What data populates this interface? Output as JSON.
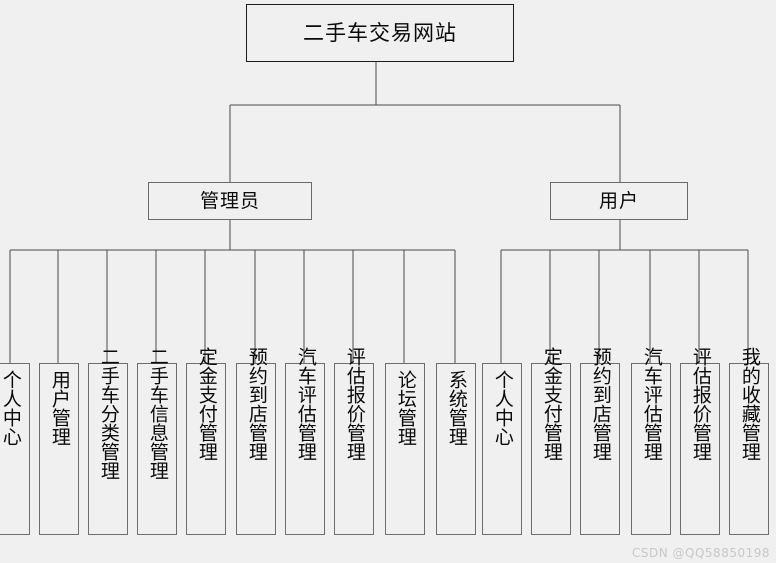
{
  "diagram": {
    "type": "org-tree",
    "title": "二手车交易网站",
    "root": {
      "label": "二手车交易网站"
    },
    "level2": [
      {
        "key": "admin",
        "label": "管理员"
      },
      {
        "key": "user",
        "label": "用户"
      }
    ],
    "admin_children": [
      {
        "label": "个人中心"
      },
      {
        "label": "用户管理"
      },
      {
        "label": "二手车分类管理"
      },
      {
        "label": "二手车信息管理"
      },
      {
        "label": "定金支付管理"
      },
      {
        "label": "预约到店管理"
      },
      {
        "label": "汽车评估管理"
      },
      {
        "label": "评估报价管理"
      },
      {
        "label": "论坛管理"
      },
      {
        "label": "系统管理"
      }
    ],
    "user_children": [
      {
        "label": "个人中心"
      },
      {
        "label": "定金支付管理"
      },
      {
        "label": "预约到店管理"
      },
      {
        "label": "汽车评估管理"
      },
      {
        "label": "评估报价管理"
      },
      {
        "label": "我的收藏管理"
      }
    ],
    "watermark": "CSDN @QQ58850198",
    "colors": {
      "background": "#f0f0f0",
      "box_border": "#6e6e6e",
      "root_border": "#1c1c1c",
      "line": "#4a4a4a",
      "text": "#0a0a0a",
      "watermark": "#c8c8c8"
    }
  }
}
